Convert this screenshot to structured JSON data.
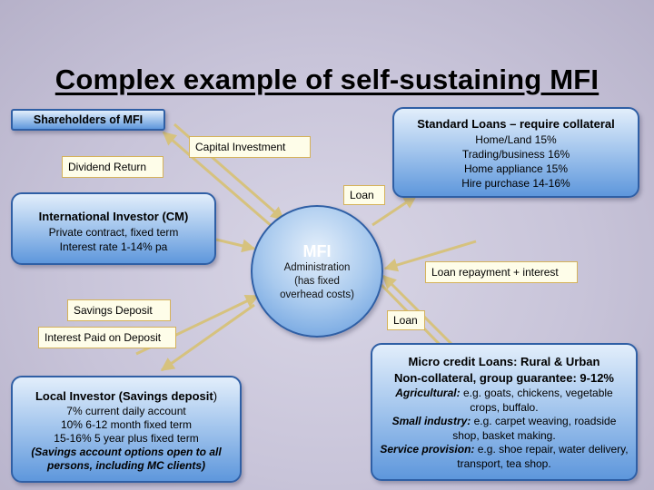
{
  "slide": {
    "title": "Complex example of self-sustaining MFI"
  },
  "center": {
    "title": "MFI",
    "lines": [
      "Administration",
      "(has fixed",
      "overhead costs)"
    ]
  },
  "shareholders": {
    "title": "Shareholders of MFI"
  },
  "international": {
    "title": "International Investor (CM)",
    "lines": [
      "Private contract, fixed term",
      "Interest rate 1-14% pa"
    ]
  },
  "local": {
    "title_bold": "Local Investor (Savings deposit",
    "title_tail": ")",
    "lines": [
      "7% current daily account",
      "10% 6-12 month fixed term",
      "15-16% 5 year plus fixed term"
    ],
    "note": "(Savings account options open to all persons, including MC clients)"
  },
  "standard": {
    "title": "Standard Loans – require collateral",
    "lines": [
      "Home/Land 15%",
      "Trading/business 16%",
      "Home appliance 15%",
      "Hire purchase 14-16%"
    ]
  },
  "micro": {
    "title1": "Micro credit Loans: Rural & Urban",
    "title2": "Non-collateral, group guarantee: 9-12%",
    "items": [
      {
        "label": "Agricultural:",
        "text": "  e.g. goats, chickens, vegetable crops, buffalo."
      },
      {
        "label": "Small industry:",
        "text": " e.g. carpet weaving, roadside shop, basket making."
      },
      {
        "label": "Service provision:",
        "text": " e.g. shoe repair, water delivery, transport, tea shop."
      }
    ]
  },
  "labels": {
    "capital": "Capital Investment",
    "dividend": "Dividend Return",
    "loan_top": "Loan",
    "repayment": "Loan repayment + interest",
    "savings": "Savings Deposit",
    "interest_paid": "Interest Paid on Deposit",
    "loan_bottom": "Loan"
  },
  "colors": {
    "arrow": "#d6c27e",
    "box_border": "#2f5fa5",
    "label_bg": "#fefde9"
  }
}
